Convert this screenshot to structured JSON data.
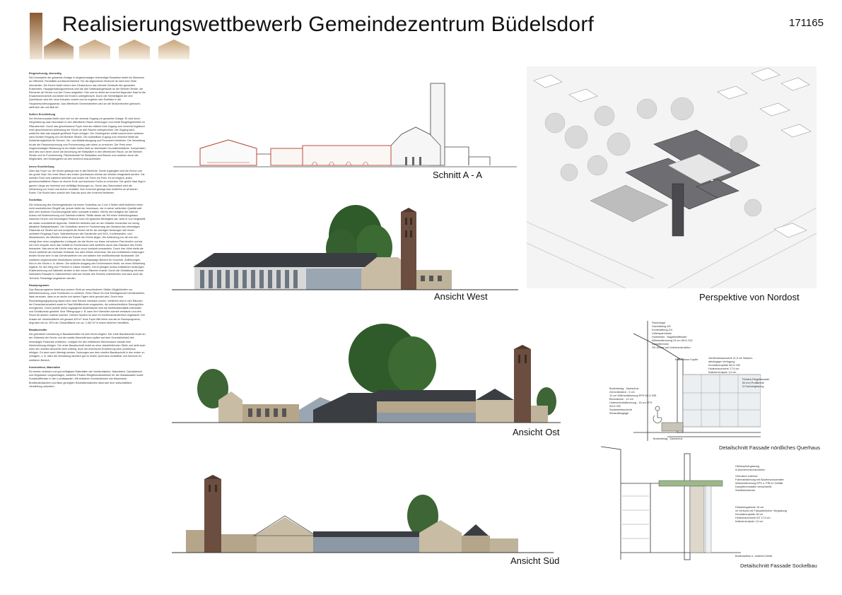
{
  "header": {
    "title": "Realisierungswettbewerb Gemeindezentrum Büdelsdorf",
    "number": "171165"
  },
  "captions": {
    "section_aa": "Schnitt A - A",
    "view_west": "Ansicht West",
    "view_east": "Ansicht Ost",
    "view_south": "Ansicht Süd",
    "perspective": "Perspektive von Nordost",
    "detail_north": "Detailschnitt Fassade nördliches Querhaus",
    "detail_base": "Detailschnitt Fassade Sockelbau"
  },
  "text_column": [
    {
      "heading": "Eingeschossig, ebenerdig",
      "body": "Die Konzeption der gesamten Anlage in eingeschossiger ebenerdiger Bauweise bietet ein Maximum an Offenheit, Flexibilität und Barrierefreiheit. Für die allgemeinen Bereiche ist nicht eine Stufe erforderlich. Die Kirche bleibt neben dem Glockenturm das höchste Gebäude des gesamten Ensembles. Hauptgestaltungsmerkmal sind die drei Satteldachgebäude an der Berliner Straße, die Elemente der Kirche und des Turms aufgreifen. Hier und im direkt am Innenhof liegenden Saal ist die Erwachsenenarbeit und Arbeit mit Kindern untergebracht. Durch die Kleinteiligkeit der drei Querhäuser wird der neue Komplex zoniert und es ergeben sich Einblicke in die Hauptverschiebungsachse. Das öffentliche Gemeindeleben wird an die Straßenfronten gebracht, stellt sich dar und lädt ein."
    },
    {
      "heading": "Äußere Erschließung",
      "body": "Der Kirchenvorplatz bleibt nach wie vor der zentrale Zugang zur gesamten Anlage. Er wird durch Vergrößerung nach Nordosten in den öffentlichen Raum einbezogen und erhält Sitzgelegenheiten im Pflanzbereich. Durch das geschlossene Foyer wird der mittlere freie Zugang zum Innenhof logistisch einer geschlossenen Anbindung der Kirche an alle Räume untergeordnet. Der Zugang kann weiterhin über das separat geöffnete Foyer erfolgen. Der Kindergarten erhält sowohl einen weiteren nach Norden Eingang von der Berliner Straße. Der südöstliche Zugang zum Innenhof bleibt als Zufahrtsmöglichkeit für Service, Ver- und Abfallentsorgung und Feuerwehr bestehen. Die Verwaltung ist wie die Pastorenwohnung vom Pommernweg oder intern zu erreichen. Der Preis einer eingeschossigen Bebauung ist ein relativ hohes Maß an überbauter Grundstücksfläche. Kompensiert wird dies zum einen durch die Anordnung der Stellplätze in den öffentlichen Raum, an der Berliner Straße und im Pommernweg. Flächenbedarf für Stellplätze und Bäume zum anderen durch die Möglichkeit, den Kindergarten an den Innenhof anzuschließen."
    },
    {
      "heading": "Innere Erschließung",
      "body": "Über das Foyer vor der Kirche gelangt man in alle Bereiche. Direkt zugänglich sind die Kirche und der große Saal. Der erste Raum des ersten Querhauses könnte als Infobüro festgestellt werden. Die meisten Flure sind natürlich belichtet und enden mit Türen ins Freie. Es ist möglich, jeden gemeinschaftlichen Raum zu ebener Erde und trockenen Fußes zu erreichen. Der große Saal liegt in ganzer Länge am Innenhof und vielfältige Nutzungen zu. Durch das Glasvordach wird die Verbindung von Innen und Außen verstärkt. Zum Innenhof gelangt man weiterhin an all seinen Ecken. Die Küche kann sowohl den Saal als auch den Innenhof bedienen."
    },
    {
      "heading": "Sockelbau",
      "body": "Die Umbauung des Kirchengebäudes mit einem Sockelbau an 3 von 4 Seiten stellt äußerlich einen nicht unerheblichen Eingriff dar, jedoch bleibt der Innenraum, der in seiner schlichten Qualität weit über dem äußeren Erscheinungsbild steht, komplett erhalten. Hierfür wird lediglich der östliche Anbau mit Küsterwohnung und Sakristei entfernt. Stellte dieser als Teil eines Verbindungsbaus zwischen Kirche und ehemaligem Pastorat noch ein typisches Bindeglied dar, wirkt er nun freigestellt als relativ unmotivierter Appendix. Weiterhin befinden sich an der Ostseite momentan nur wenig attraktive Stellplatzbauten. Der Sockelbau nimmt im Pommernweg den Abstand des ehemaligen Pastorats zur Straße auf und umspielt die Kirche mit für sie wichtigen Nutzungen wie einem zentralen Eingangs-Foyer, Sakristeiräumen wie Garderobe und WCs, Konfirmanden- und Musikräumen, die öffentlich direkt am Rande der Kirche liegen. Die Anbindung von alt und neu erfolgt über einen vergläserten Lichtspalt, der die Kirche nur linear mit seinem First berührt und sie mit Licht umspült. Auch das Gefälle im Kirchenraum wird weiterhin durch das Glasdach des Flures betrachtet. Man kennt die Kirche mehr als je zuvor komplett umwandeln. Durch ihre Höhe bleibt die Kirche weiterhin als höchstes Gebäude von allen Seiten erkennbar. Die dort enthaltenen Nutzungen binden Kirche sehr in das Gemeindeleben ein und stärken ihre multifunktionale Nutzbarkeit. Die südlichen angrenzenden Musikräume können als Backstage-Bereich für Konzerte, Aufführungen, Kino in der Kirche u. ä. dienen. Der südliche Ausgang des Kirchenraums bleibt, um einen Winkelweg ergänzt, für den Weg zum Friedhof in Gänze erhalten. Die im jetzigen Anbau entfallenen Nutzungen Küsterwohnung und Sakristei werden in den neuen Räumen ersetzt. Durch die Gestaltung mit einer Naturstein-Fassade in Gabionenform wird der Ansatz des Sockels unterstrichen und kann auch als Teil einer Freianlage angesehen werden."
    },
    {
      "heading": "Raumprogramm",
      "body": "Das Raumprogramm bietet aus unserer Sicht an verschiedenen Stellen Möglichkeiten zur Mehrfachnutzung, ohne Funktionen zu verlieren. Einen Raum für eine Montagsrunde bereitzustellen, lässt vermuten, dass er an sechs von sieben Tagen nicht genutzt wird. Durch eine Raumbelegungsplanung lassen sich viele Räume mehrfach nutzen. Weiterhin sind in den Räumen der Erwachsenenarbeit sowie im Saal Möbillierende vorgesehen, die unterschiedliche Raumgrößen ermöglichen. Durch jeweils direkt zugängliche Abstellräume wird die Multifunktionalität unterstützt und Schallschutz gewährt. Eine Tiffengruppe z. B. kann ihre Utensilien schnell verstauen und den Raum für andere nutzbar machen. Diesem System ist auch im Konfirmandenbereich angedacht. Der Ansatz der Verkehrsfläche mit gesamt 425 m² ohne Foyer fällt höher aus als im Raumprogramm, liegt aber mit ca. 20% der Gesamtfläche von ca. 2.362 m² in einem üblichen Verhältnis."
    },
    {
      "heading": "Bauabschnitte",
      "body": "Die geforderte Umsetzung in Bauabschnitten ist sehr leicht möglich. Der erste Bauabschnitt endet an der Südwand der Kirche und der zweite Abschnitt kann später auf dem Grundstücksteil des ehemaligen Pastorats entstehen. Lediglich für den entfallenen Bahnenraum müsste eine Interimslösung erfolgen. Der erste Bauabschnitt endet an einer abschließenden Stelle und wirkt auch ohne den zweiten Abschnitt nicht unfertig. Auch die technische Erweiterung kann problemlos erfolgen. Es kann auch überlegt werden, Nutzungen aus dem zweiten Bauabschnitt in den ersten zu verlagern, z. B. wäre die Verwaltung räumlich gut im ersten Querhaus vorstellbar und Senioren im südlichen Bereich."
    },
    {
      "heading": "Konstruktion, Materialien",
      "body": "Es werden einfache und gut verfügbare Materialien wie Vorblendsteine, Natursteine, Dachpfannen und Ziegeldach vorgeschlagen, weiterhin Pfosten-Riegelkonstruktionen für die Glasfassaden sowie Kunststofffenster in den Lochfassaden. Mit einfachen Konstruktionen wie Mauerwerk, Brettbinderdächern und flach geneigten Holzbalkendächern lässt sich eine wirtschaftliche Herstellung umsetzen."
    }
  ],
  "notes": {
    "roof_layers": [
      "Flachziegel",
      "Dachlattung 4/6",
      "Konterlattung 2/4",
      "Unterspannbahn",
      "Holzbinder - Nagelbrettbinder",
      "Wärmedämmung 24 cm WLG 032",
      "Dampfbremse",
      "GK-Decke auf Unterkonstruktion"
    ],
    "gutter": "Kastenrinne Kupfer",
    "wall_layers": [
      "Verblendmauerwerk 11,5 cm Wasser-",
      "abhängiger Verfugung",
      "Kerndämmplatte WLG 032",
      "Hintermauerwerk 17,5 cm",
      "Kalkzementputz 1,5 cm"
    ],
    "glazing": [
      "Pfosten-Riegelfassade",
      "50 mm Profilbreite",
      "3-Fachverglasung"
    ],
    "floor_layers": [
      "Bodenbelag - Kautschuk",
      "Zementestrich - 5 cm",
      "12 cm Wärmedämmung EPS WLG 035",
      "Betondecke - 12 cm",
      "Unterschichtdämmung - 16 cm XPS WLG 032",
      "Sauberkeitsschicht",
      "Kiesauffanglage"
    ],
    "floor_bottom": "Bodenbelag - Kautschuk",
    "overhead_glazing": [
      "Überkopfverglasung",
      "in Aluminiumkonstruktion"
    ],
    "green_roof": [
      "Gründach extensiv",
      "Folienabdichtung mit Bautenschutzmatte",
      "Wärmedämmung EPS o. PIR im Gefälle",
      "Dampfbremsbahn verschweißt",
      "Stahlbetondecke"
    ],
    "gabion_wall": [
      "Feldsteingabione 15 cm",
      "im Verbund mit Fassadenhoher Verglasung",
      "Kerndämmplatte 18 cm",
      "Hintermauerwerk KS 17,5 cm",
      "Kalkzementputz 1,5 cm"
    ],
    "base_detail": "Bodenaufbau s. anderes Detail"
  },
  "colors": {
    "brick": "#b5a58a",
    "stone": "#c9bca4",
    "tower": "#6b4e3f",
    "roof": "#3a3d42",
    "tree": "#2f5a2a",
    "glass": "#8c98a3"
  }
}
